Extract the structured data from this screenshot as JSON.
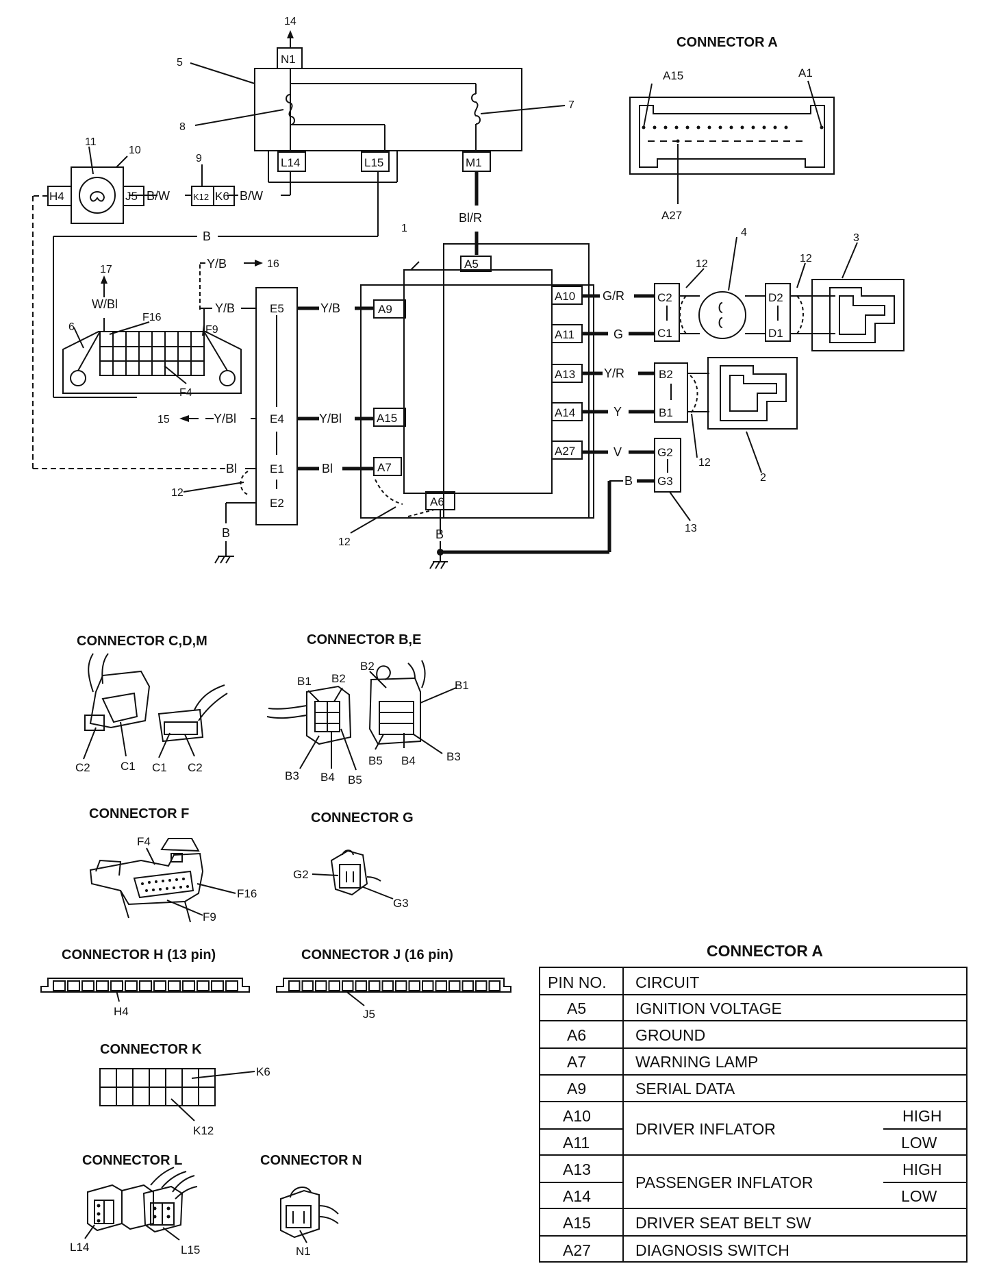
{
  "components": {
    "n1": "N1",
    "n1_out": "14",
    "unit5": "5",
    "fuse8": "8",
    "fuse7": "7",
    "l14": "L14",
    "l15": "L15",
    "m1": "M1",
    "lamp10": "10",
    "bulb11": "11",
    "h4": "H4",
    "j5": "J5",
    "conn9": "9",
    "k12": "K12",
    "k6": "K6",
    "module1": "1",
    "inflator2": "2",
    "inflator3": "3",
    "coil4": "4",
    "dlc6": "6",
    "junction13": "13",
    "out15": "15",
    "out16": "16",
    "out17": "17",
    "short12": "12",
    "e5": "E5",
    "e4": "E4",
    "e1": "E1",
    "e2": "E2",
    "a5": "A5",
    "a6": "A6",
    "a7": "A7",
    "a9": "A9",
    "a15": "A15",
    "a10": "A10",
    "a11": "A11",
    "a13": "A13",
    "a14": "A14",
    "a27": "A27",
    "c1": "C1",
    "c2": "C2",
    "d1": "D1",
    "d2": "D2",
    "b1": "B1",
    "b2": "B2",
    "g2": "G2",
    "g3": "G3",
    "f16": "F16",
    "f9": "F9",
    "f4": "F4"
  },
  "wires": {
    "bw": "B/W",
    "b": "B",
    "bir": "Bl/R",
    "yb": "Y/B",
    "wbi": "W/Bl",
    "ybi": "Y/Bl",
    "bi": "Bl",
    "gr": "G/R",
    "g": "G",
    "yr": "Y/R",
    "y": "Y",
    "v": "V"
  },
  "connector_a_face": {
    "title": "CONNECTOR A",
    "a15": "A15",
    "a1": "A1",
    "a27": "A27"
  },
  "connectors": {
    "cdm": {
      "title": "CONNECTOR C,D,M",
      "c2a": "C2",
      "c1a": "C1",
      "c1b": "C1",
      "c2b": "C2"
    },
    "be": {
      "title": "CONNECTOR B,E",
      "b1": "B1",
      "b2": "B2",
      "b3": "B3",
      "b4": "B4",
      "b5": "B5",
      "b2r": "B2",
      "b1r": "B1",
      "b3r": "B3",
      "b4r": "B4",
      "b5r": "B5"
    },
    "f": {
      "title": "CONNECTOR F",
      "f4": "F4",
      "f16": "F16",
      "f9": "F9"
    },
    "g": {
      "title": "CONNECTOR G",
      "g2": "G2",
      "g3": "G3"
    },
    "h": {
      "title": "CONNECTOR H (13 pin)",
      "pin": "H4"
    },
    "j": {
      "title": "CONNECTOR J (16 pin)",
      "pin": "J5"
    },
    "k": {
      "title": "CONNECTOR K",
      "k6": "K6",
      "k12": "K12"
    },
    "l": {
      "title": "CONNECTOR L",
      "l14": "L14",
      "l15": "L15"
    },
    "n": {
      "title": "CONNECTOR N",
      "n1": "N1"
    }
  },
  "pin_table": {
    "title": "CONNECTOR A",
    "header": {
      "pin": "PIN NO.",
      "circuit": "CIRCUIT"
    },
    "rows": [
      {
        "pin": "A5",
        "circuit": "IGNITION VOLTAGE"
      },
      {
        "pin": "A6",
        "circuit": "GROUND"
      },
      {
        "pin": "A7",
        "circuit": "WARNING LAMP"
      },
      {
        "pin": "A9",
        "circuit": "SERIAL DATA"
      },
      {
        "pin": "A10",
        "circuit": "DRIVER INFLATOR",
        "sub": "HIGH"
      },
      {
        "pin": "A11",
        "sub": "LOW"
      },
      {
        "pin": "A13",
        "circuit": "PASSENGER INFLATOR",
        "sub": "HIGH"
      },
      {
        "pin": "A14",
        "sub": "LOW"
      },
      {
        "pin": "A15",
        "circuit": "DRIVER SEAT BELT SW"
      },
      {
        "pin": "A27",
        "circuit": "DIAGNOSIS SWITCH"
      }
    ]
  }
}
